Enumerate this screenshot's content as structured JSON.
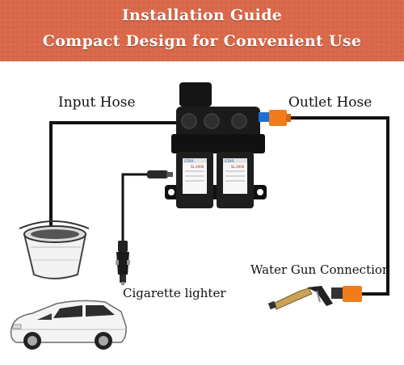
{
  "banner": {
    "title": "Installation Guide",
    "subtitle": "Compact Design for Convenient Use",
    "color": "#d9694a"
  },
  "labels": {
    "input_hose": "Input Hose",
    "outlet_hose": "Outlet Hose",
    "water_gun": "Water Gun Connection",
    "cigarette": "Cigarette lighter"
  },
  "pump_labels": {
    "logo": "STAR",
    "model": "SL-2000"
  },
  "colors": {
    "hose": "#111111",
    "fitting": "#f07c1c",
    "pump_body": "#1b1b1b",
    "car": "#f4f4f4"
  }
}
